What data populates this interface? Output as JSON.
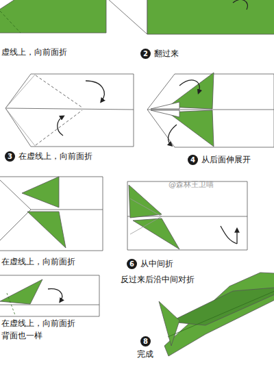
{
  "diagram": {
    "labels": [
      "虚线上，向前面折",
      "2",
      "翻过来",
      "3",
      "在虚线上，向前面折",
      "4",
      "从后面伸展开",
      "在虚线上，向前面折",
      "@森林王卫喵",
      "6",
      "从中间折",
      "反过来后沿中间对折",
      "在虚线上，向前面折",
      "背面也一样",
      "8",
      "完成"
    ]
  }
}
